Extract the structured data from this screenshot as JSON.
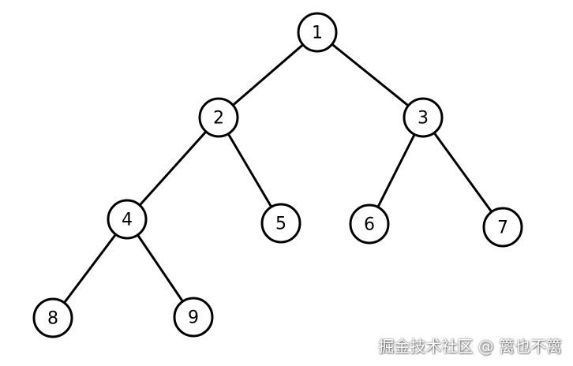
{
  "tree": {
    "nodes": [
      {
        "id": "1",
        "label": "1"
      },
      {
        "id": "2",
        "label": "2"
      },
      {
        "id": "3",
        "label": "3"
      },
      {
        "id": "4",
        "label": "4"
      },
      {
        "id": "5",
        "label": "5"
      },
      {
        "id": "6",
        "label": "6"
      },
      {
        "id": "7",
        "label": "7"
      },
      {
        "id": "8",
        "label": "8"
      },
      {
        "id": "9",
        "label": "9"
      }
    ],
    "edges": [
      [
        "1",
        "2"
      ],
      [
        "1",
        "3"
      ],
      [
        "2",
        "4"
      ],
      [
        "2",
        "5"
      ],
      [
        "3",
        "6"
      ],
      [
        "3",
        "7"
      ],
      [
        "4",
        "8"
      ],
      [
        "4",
        "9"
      ]
    ]
  },
  "watermark": "掘金技术社区 @ 篱也不篱"
}
